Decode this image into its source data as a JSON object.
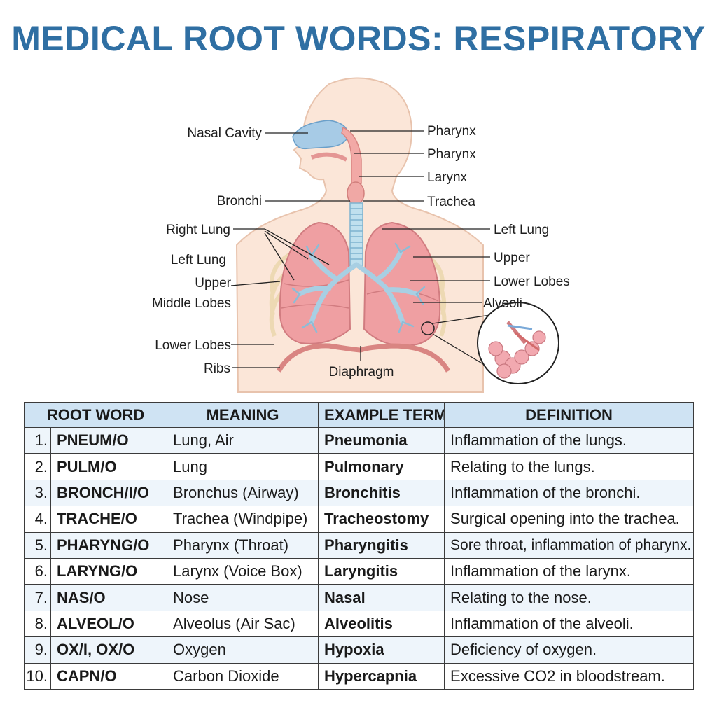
{
  "title": "MEDICAL ROOT WORDS: RESPIRATORY",
  "diagram": {
    "labels": {
      "nasal_cavity": "Nasal Cavity",
      "pharynx_1": "Pharynx",
      "pharynx_2": "Pharynx",
      "larynx": "Larynx",
      "bronchi": "Bronchi",
      "trachea": "Trachea",
      "right_lung": "Right Lung",
      "left_lung_right_side": "Left Lung",
      "left_lung_left_side": "Left Lung",
      "upper_right": "Upper",
      "upper_left": "Upper",
      "middle_lobes": "Middle Lobes",
      "lower_lobes_right": "Lower Lobes",
      "lower_lobes_left": "Lower Lobes",
      "alveoli": "Alveoli",
      "ribs": "Ribs",
      "diaphragm": "Diaphragm"
    }
  },
  "table": {
    "headers": [
      "ROOT WORD",
      "MEANING",
      "EXAMPLE TERM",
      "DEFINITION"
    ],
    "rows": [
      {
        "num": "1.",
        "root": "PNEUM/O",
        "meaning": "Lung, Air",
        "term": "Pneumonia",
        "definition": "Inflammation of the lungs."
      },
      {
        "num": "2.",
        "root": "PULM/O",
        "meaning": "Lung",
        "term": "Pulmonary",
        "definition": "Relating to the lungs."
      },
      {
        "num": "3.",
        "root": "BRONCH/I/O",
        "meaning": "Bronchus (Airway)",
        "term": "Bronchitis",
        "definition": "Inflammation of the bronchi."
      },
      {
        "num": "4.",
        "root": "TRACHE/O",
        "meaning": "Trachea (Windpipe)",
        "term": "Tracheostomy",
        "definition": "Surgical opening into the trachea."
      },
      {
        "num": "5.",
        "root": "PHARYNG/O",
        "meaning": "Pharynx (Throat)",
        "term": "Pharyngitis",
        "definition": "Sore throat, inflammation of pharynx."
      },
      {
        "num": "6.",
        "root": "LARYNG/O",
        "meaning": "Larynx (Voice Box)",
        "term": "Laryngitis",
        "definition": "Inflammation of the larynx."
      },
      {
        "num": "7.",
        "root": "NAS/O",
        "meaning": "Nose",
        "term": "Nasal",
        "definition": "Relating to the nose."
      },
      {
        "num": "8.",
        "root": "ALVEOL/O",
        "meaning": "Alveolus (Air Sac)",
        "term": "Alveolitis",
        "definition": "Inflammation of the alveoli."
      },
      {
        "num": "9.",
        "root": "OX/I, OX/O",
        "meaning": "Oxygen",
        "term": "Hypoxia",
        "definition": "Deficiency of oxygen."
      },
      {
        "num": "10.",
        "root": "CAPN/O",
        "meaning": "Carbon Dioxide",
        "term": "Hypercapnia",
        "definition": "Excessive CO2 in bloodstream."
      }
    ]
  }
}
